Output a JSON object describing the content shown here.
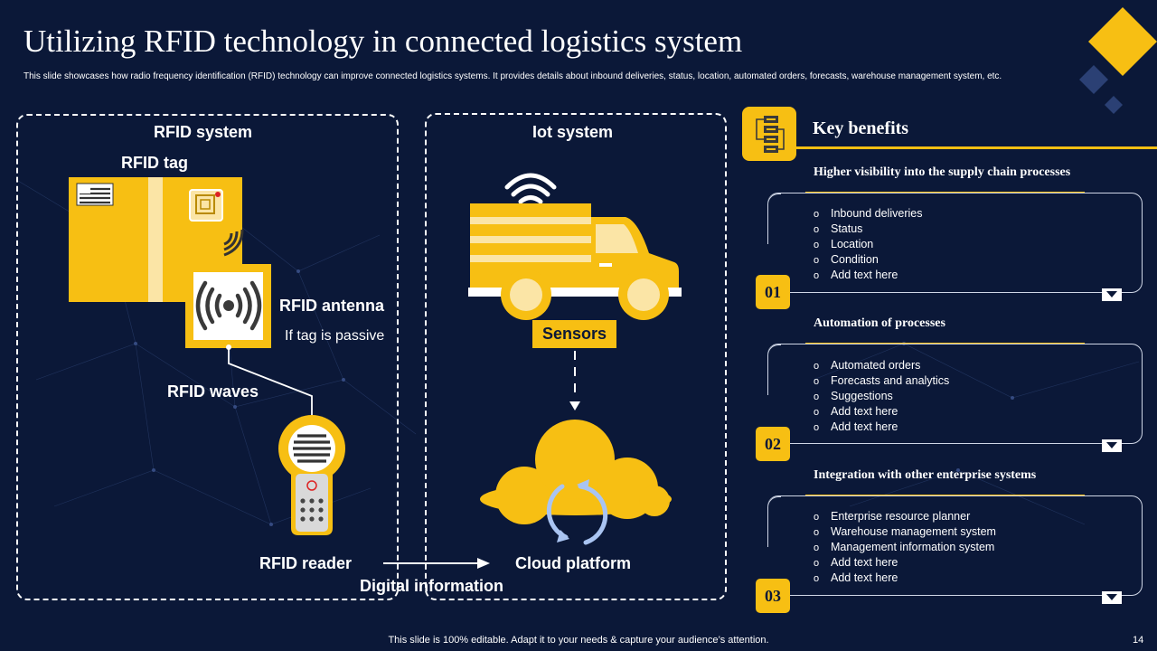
{
  "slide": {
    "title": "Utilizing RFID technology in connected logistics system",
    "subtitle": "This slide showcases how radio frequency identification (RFID) technology can improve connected logistics systems. It provides details about inbound deliveries, status, location, automated orders, forecasts, warehouse management system, etc.",
    "footer": "This slide is 100% editable. Adapt it to your needs & capture your audience’s attention.",
    "page_number": "14"
  },
  "rfid_panel": {
    "heading": "RFID system",
    "tag_label": "RFID tag",
    "antenna_label": "RFID antenna",
    "antenna_note": "If tag is passive",
    "waves_label": "RFID waves",
    "reader_label": "RFID reader"
  },
  "iot_panel": {
    "heading": "Iot system",
    "sensors_label": "Sensors",
    "cloud_label": "Cloud platform"
  },
  "flow_label": "Digital information",
  "key_benefits": {
    "title": "Key benefits",
    "sections": [
      {
        "number": "01",
        "title": "Higher visibility into the supply chain processes",
        "items": [
          "Inbound deliveries",
          "Status",
          "Location",
          "Condition",
          "Add text here"
        ]
      },
      {
        "number": "02",
        "title": "Automation of processes",
        "items": [
          "Automated orders",
          "Forecasts and analytics",
          "Suggestions",
          "Add text here",
          "Add text here"
        ]
      },
      {
        "number": "03",
        "title": "Integration with other enterprise systems",
        "items": [
          "Enterprise resource planner",
          "Warehouse management system",
          "Management information system",
          "Add text here",
          "Add text here"
        ]
      }
    ]
  },
  "bullet_glyph": "o",
  "colors": {
    "background": "#0b1838",
    "accent": "#f7bf13",
    "text": "#ffffff"
  },
  "icons": [
    "flowchart-icon",
    "wifi-icon",
    "rfid-signal-icon",
    "cloud-icon",
    "sync-icon",
    "flag-icon",
    "chip-icon",
    "chevron-down-icon"
  ]
}
